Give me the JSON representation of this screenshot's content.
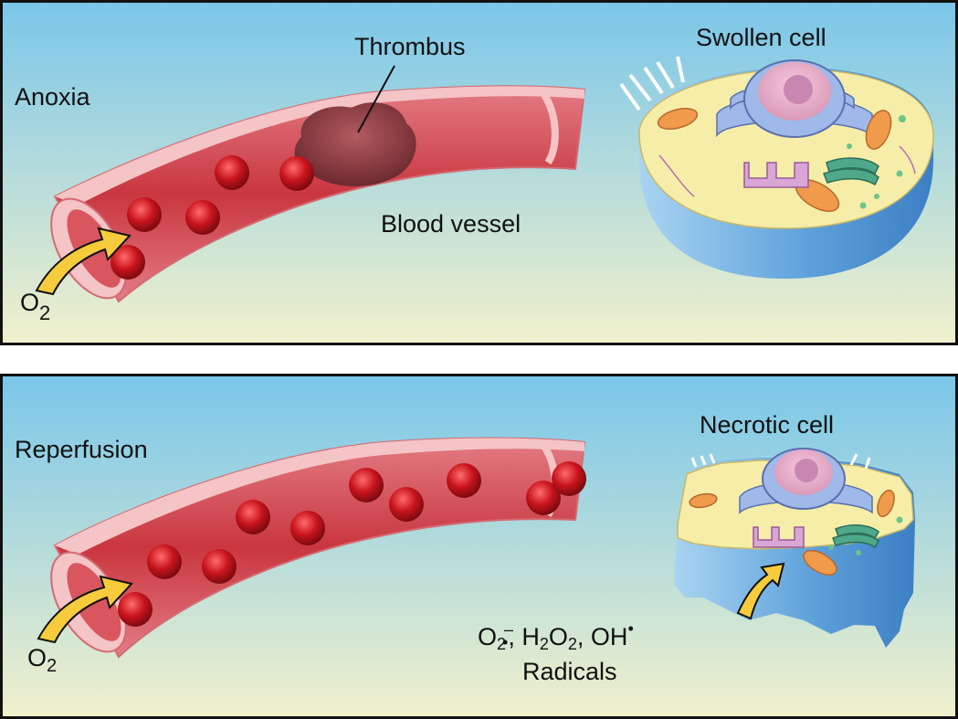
{
  "panels": [
    {
      "condition_label": "Anoxia",
      "obstruction_label": "Thrombus",
      "vessel_label": "Blood vessel",
      "cell_label": "Swollen cell",
      "oxygen_label": "O",
      "oxygen_subscript": "2"
    },
    {
      "condition_label": "Reperfusion",
      "cell_label": "Necrotic cell",
      "oxygen_label": "O",
      "oxygen_subscript": "2",
      "radicals": {
        "superoxide": "O",
        "superoxide_sub": "2",
        "superoxide_sup": "–",
        "radical_dot": "•",
        "peroxide": ", H",
        "peroxide_sub1": "2",
        "peroxide_mid": "O",
        "peroxide_sub2": "2",
        "hydroxyl": ", OH",
        "hydroxyl_sup": "•",
        "label": "Radicals"
      }
    }
  ],
  "colors": {
    "panel_sky": "#79c6ea",
    "panel_ground": "#f1f1cc",
    "vessel_outer": "#e88a90",
    "vessel_inner": "#c9363f",
    "vessel_rim": "#f4c4c6",
    "red_cell": "#c8141c",
    "thrombus": "#8a3a40",
    "cell_body": "#5b9fd9",
    "cytoplasm": "#f6eea8",
    "arrow": "#f6cc3c"
  }
}
